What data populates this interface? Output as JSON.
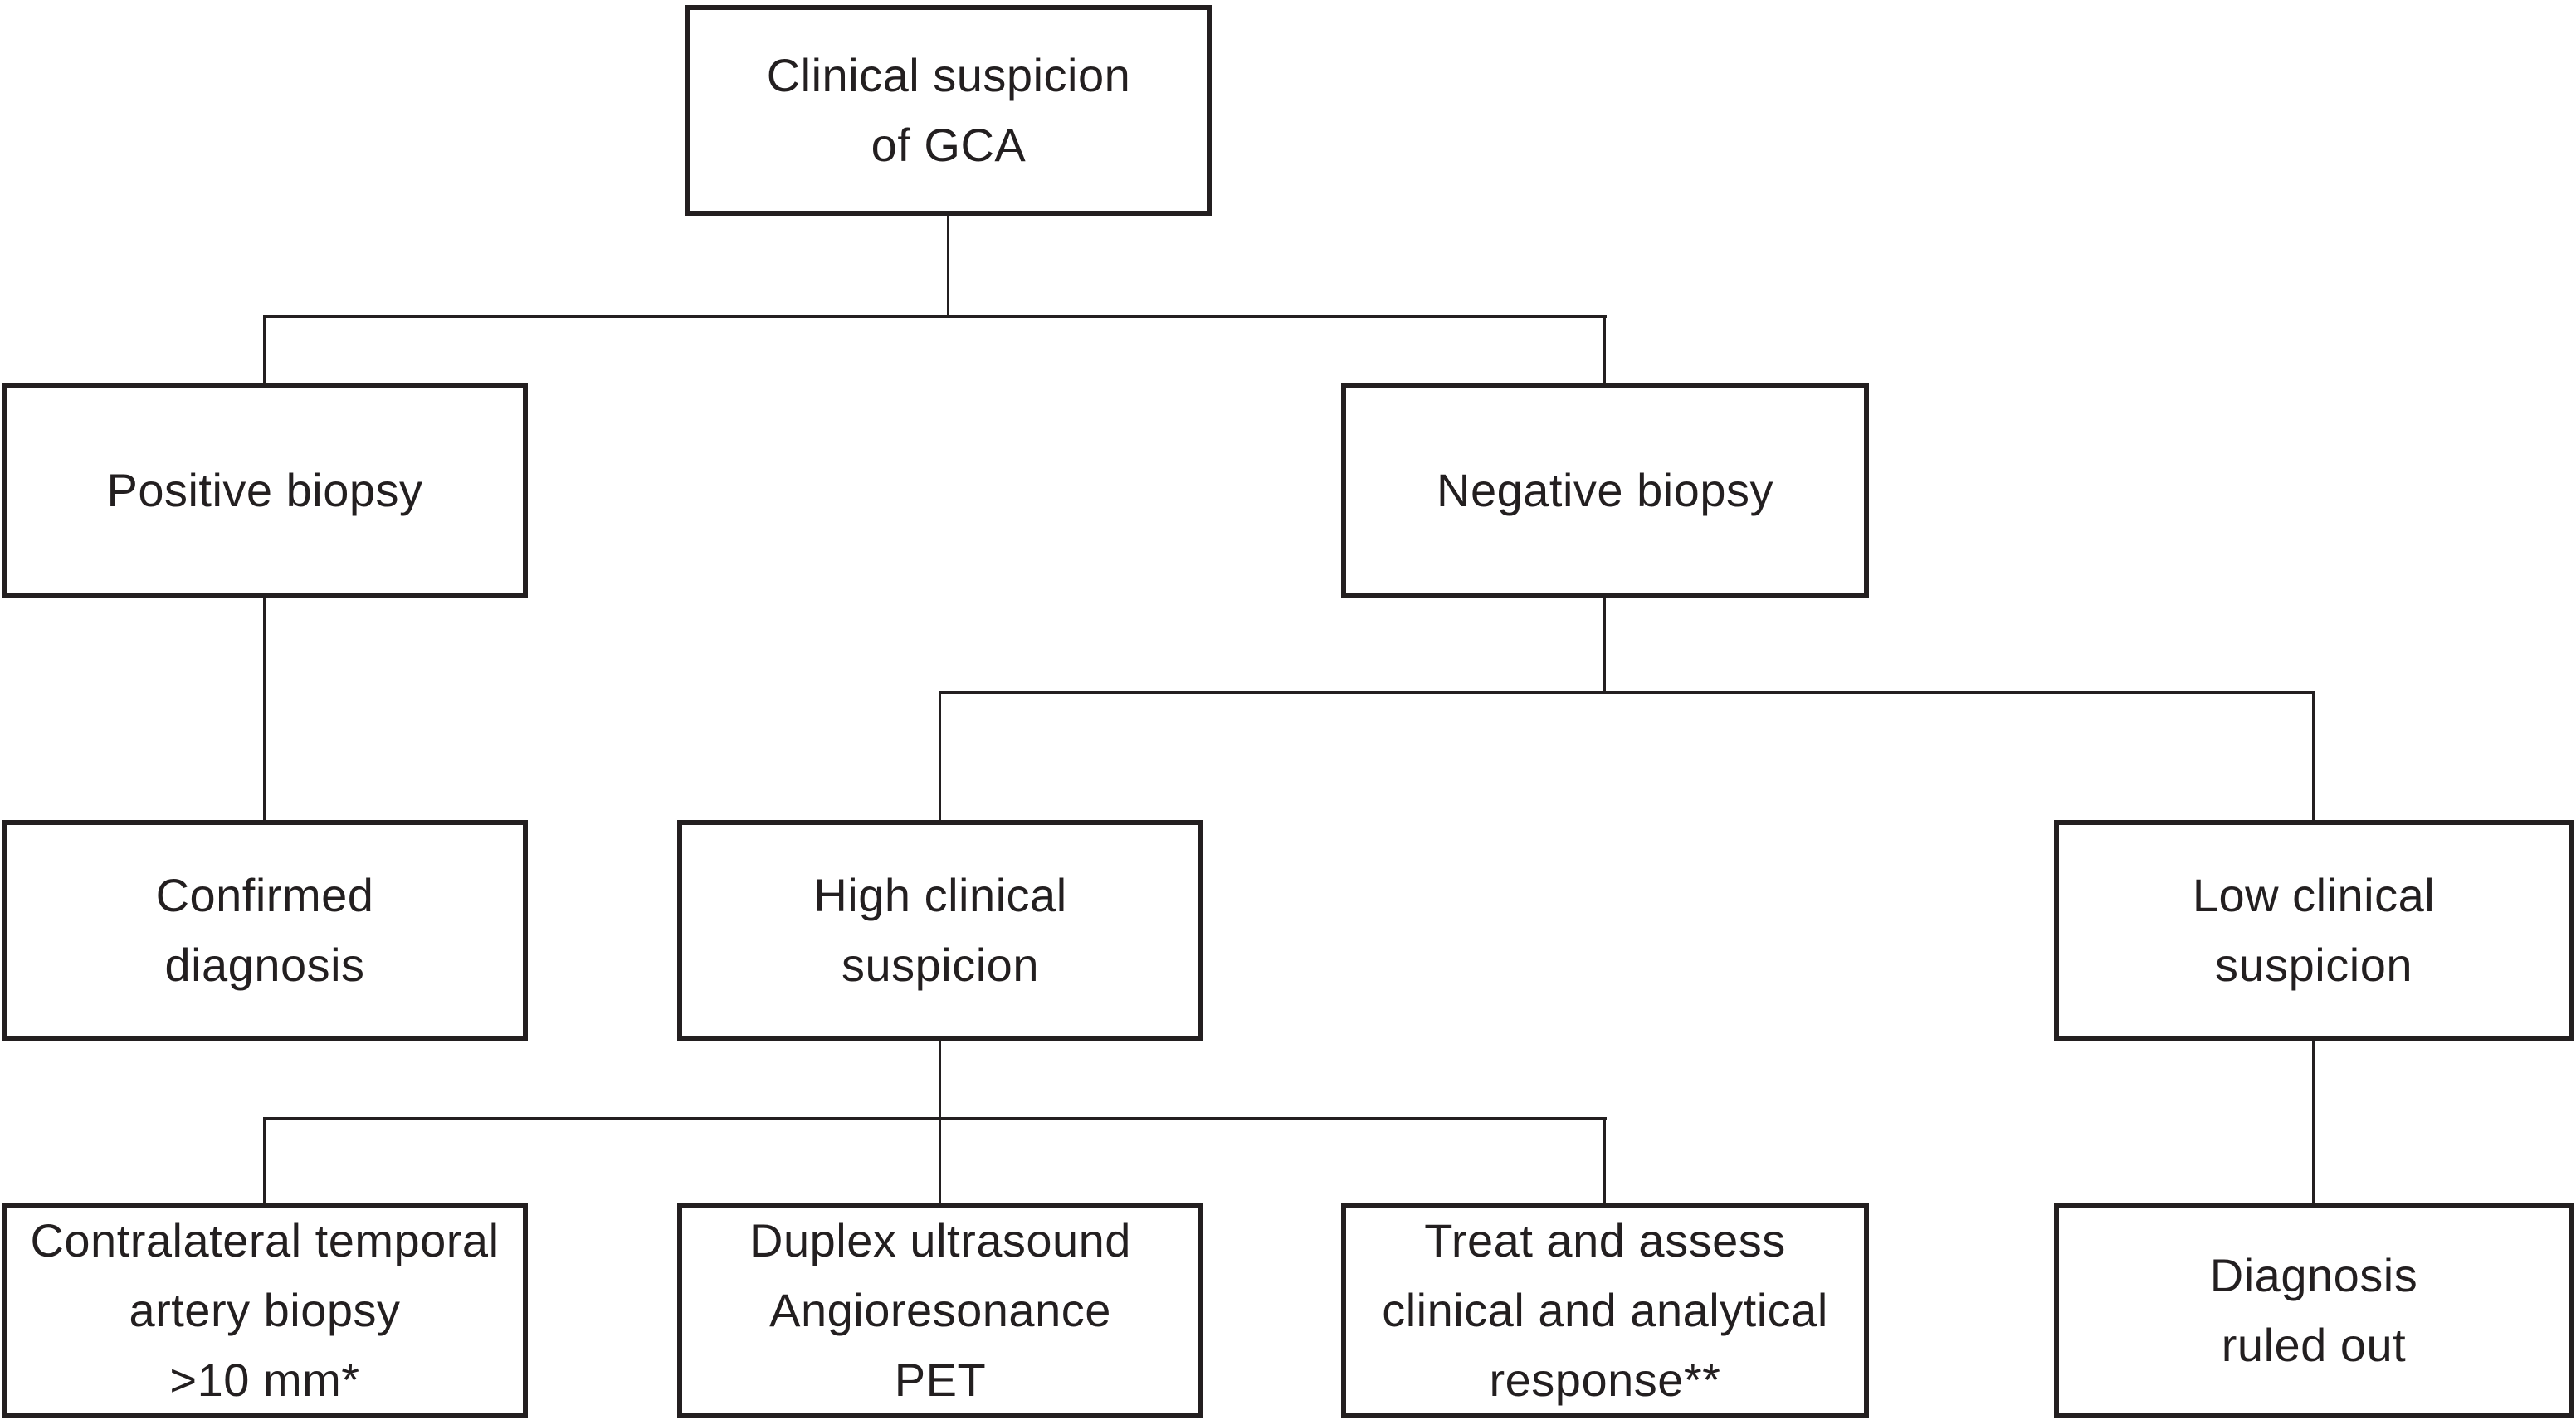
{
  "diagram": {
    "background_color": "#ffffff",
    "line_color": "#231f20",
    "text_color": "#231f20",
    "nodes": {
      "clinical_suspicion": {
        "label": "Clinical suspicion\nof GCA"
      },
      "positive_biopsy": {
        "label": "Positive biopsy"
      },
      "negative_biopsy": {
        "label": "Negative biopsy"
      },
      "confirmed_diagnosis": {
        "label": "Confirmed\ndiagnosis"
      },
      "high_clinical_suspicion": {
        "label": "High clinical\nsuspicion"
      },
      "low_clinical_suspicion": {
        "label": "Low clinical\nsuspicion"
      },
      "contralateral_temporal_artery_biopsy": {
        "label": "Contralateral temporal\nartery biopsy\n>10 mm*"
      },
      "duplex_ultrasound": {
        "label": "Duplex ultrasound\nAngioresonance\nPET"
      },
      "treat_and_assess": {
        "label": "Treat and assess\nclinical and analytical\nresponse**"
      },
      "diagnosis_ruled_out": {
        "label": "Diagnosis\nruled out"
      }
    },
    "edges": [
      {
        "from": "clinical_suspicion",
        "to": "positive_biopsy"
      },
      {
        "from": "clinical_suspicion",
        "to": "negative_biopsy"
      },
      {
        "from": "positive_biopsy",
        "to": "confirmed_diagnosis"
      },
      {
        "from": "negative_biopsy",
        "to": "high_clinical_suspicion"
      },
      {
        "from": "negative_biopsy",
        "to": "low_clinical_suspicion"
      },
      {
        "from": "high_clinical_suspicion",
        "to": "contralateral_temporal_artery_biopsy"
      },
      {
        "from": "high_clinical_suspicion",
        "to": "duplex_ultrasound"
      },
      {
        "from": "high_clinical_suspicion",
        "to": "treat_and_assess"
      },
      {
        "from": "low_clinical_suspicion",
        "to": "diagnosis_ruled_out"
      }
    ]
  }
}
